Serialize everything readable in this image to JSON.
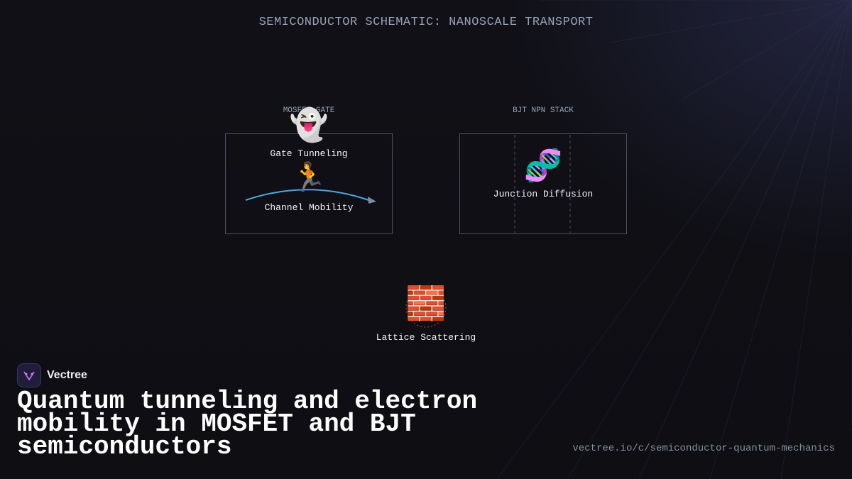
{
  "diagram": {
    "title": "SEMICONDUCTOR SCHEMATIC: NANOSCALE TRANSPORT",
    "panels": [
      {
        "label": "MOSFET GATE"
      },
      {
        "label": "BJT NPN STACK"
      }
    ],
    "nodes": {
      "gate_tunneling": {
        "label": "Gate Tunneling",
        "icon": "ghost-icon",
        "glyph": "👻"
      },
      "channel_mobility": {
        "label": "Channel Mobility",
        "icon": "runner-icon",
        "glyph": "🏃"
      },
      "junction_diffusion": {
        "label": "Junction Diffusion",
        "icon": "dna-icon",
        "glyph": "🧬"
      },
      "lattice_scattering": {
        "label": "Lattice Scattering",
        "icon": "brick-wall-icon",
        "glyph": "🧱"
      }
    },
    "colors": {
      "background": "#0f0f14",
      "panel_border": "#4a5160",
      "channel_curve": "#4aa8e0",
      "arrow_head": "#7a8ca8",
      "lattice_ring": "#b84a4a"
    }
  },
  "footer": {
    "brand": "Vectree",
    "headline": "Quantum tunneling and electron mobility in MOSFET and BJT semiconductors",
    "url": "vectree.io/c/semiconductor-quantum-mechanics"
  }
}
